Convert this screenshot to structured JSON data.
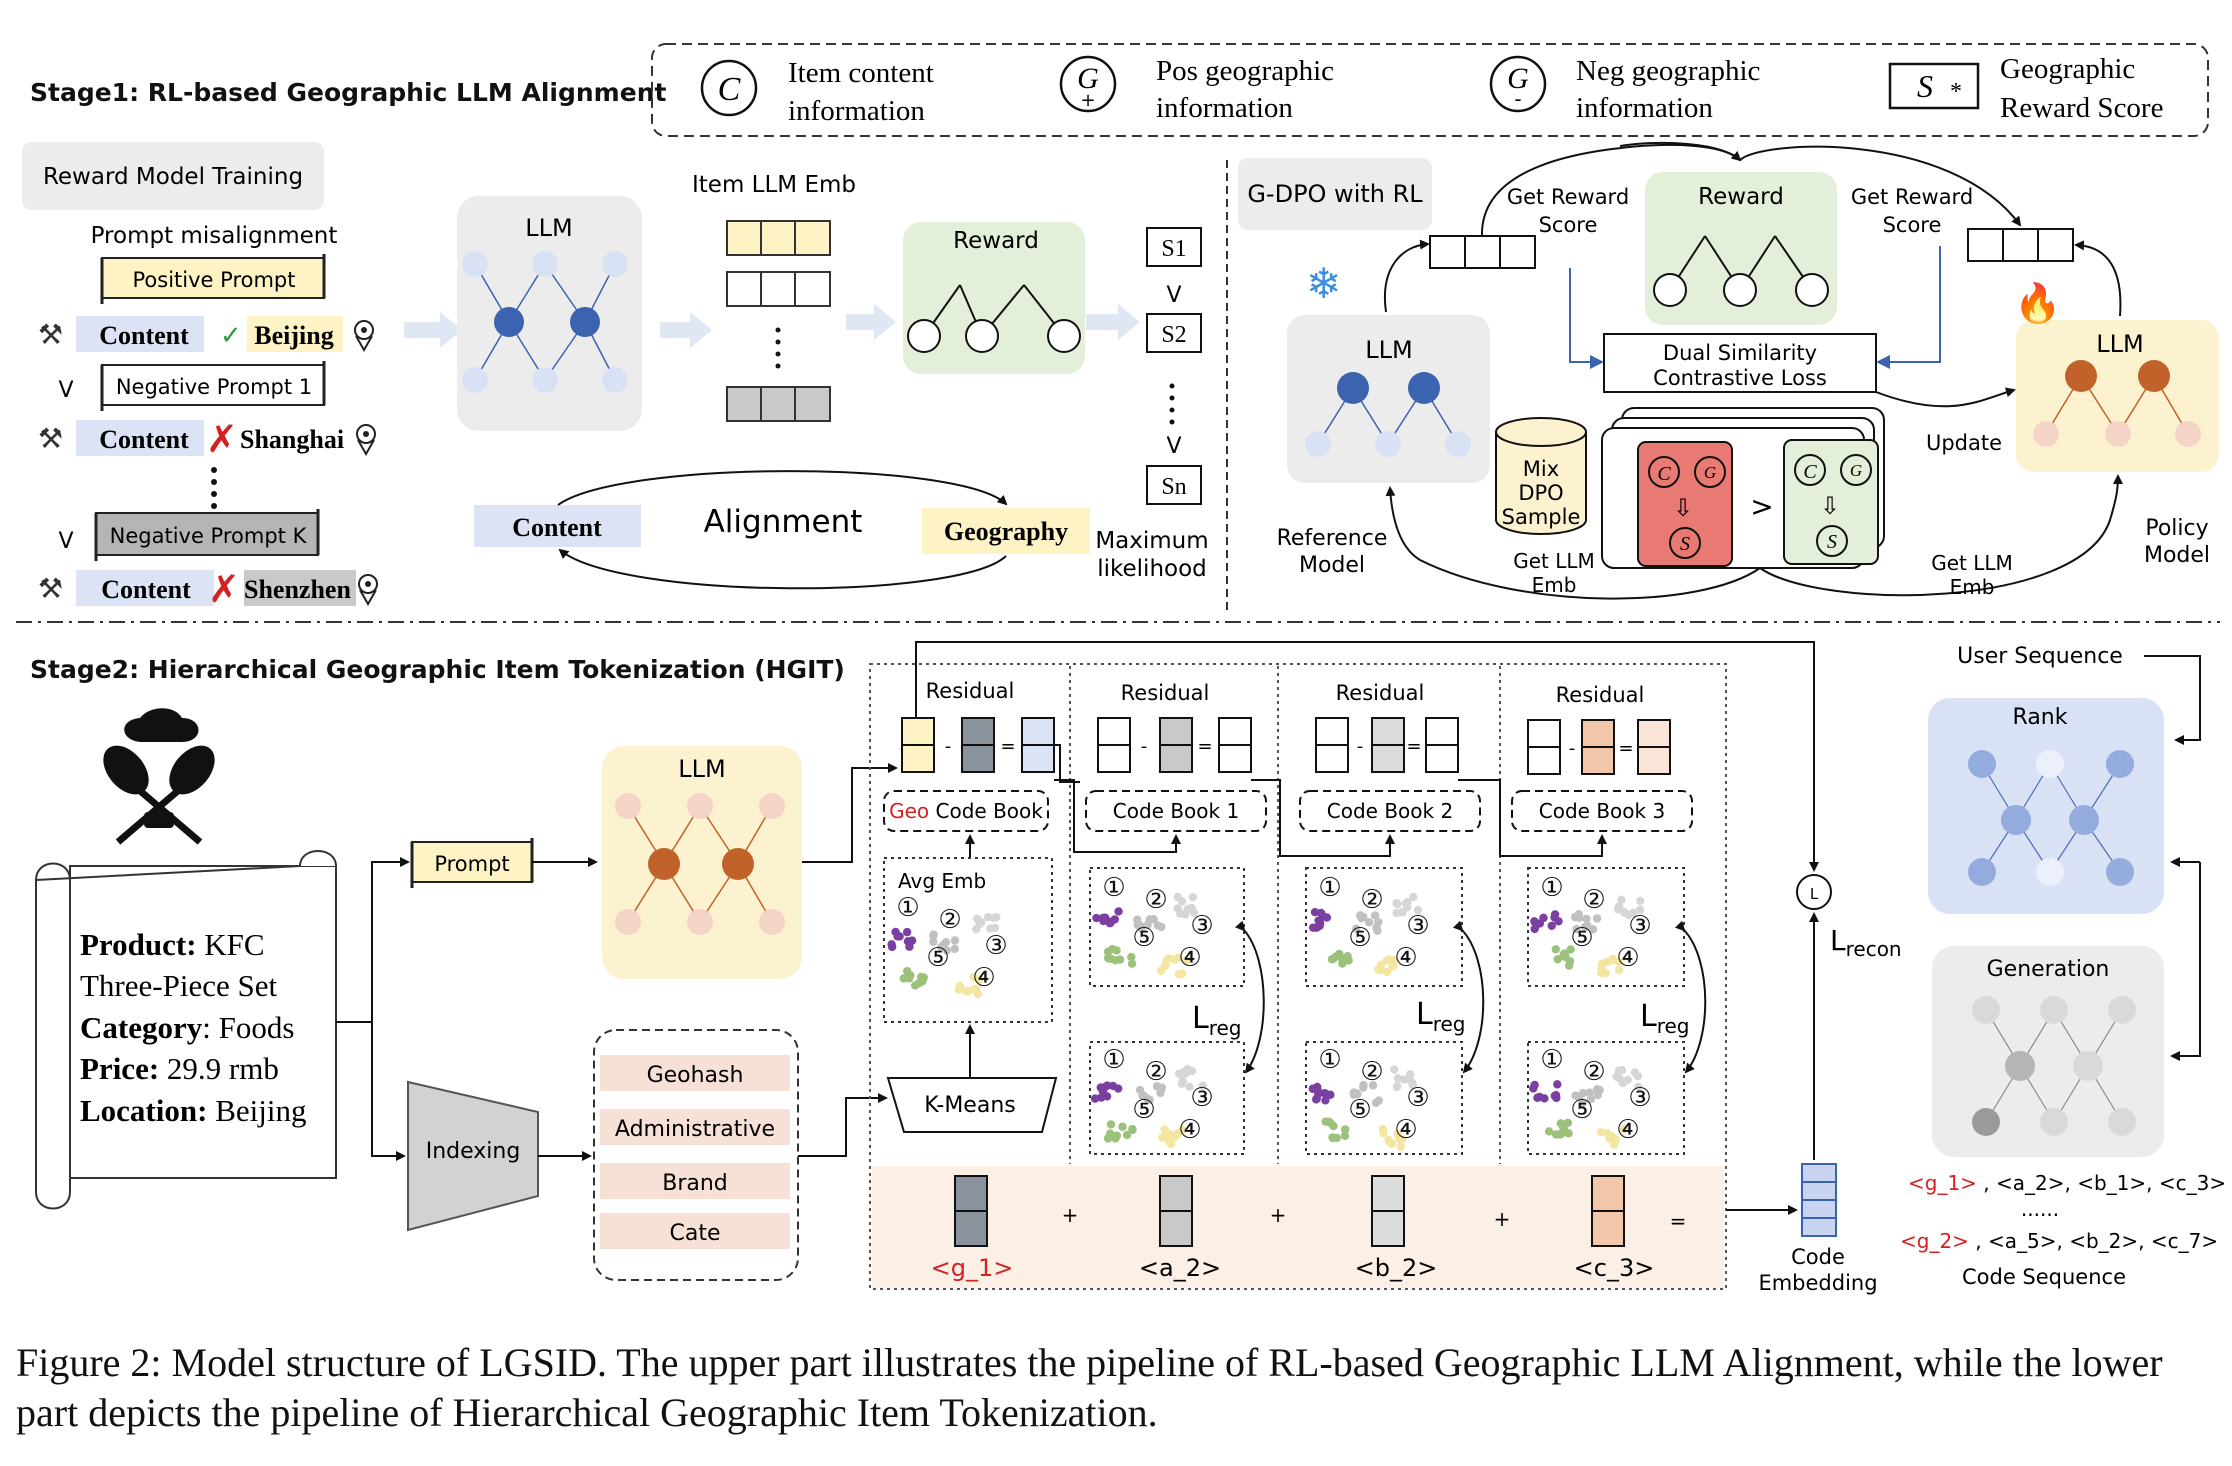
{
  "stage1": {
    "title": "Stage1: RL-based Geographic LLM Alignment",
    "legend": {
      "c_symbol": "C",
      "c_line1": "Item content",
      "c_line2": "information",
      "pos_symbol": "G",
      "pos_sign": "+",
      "pos_line1": "Pos geographic",
      "pos_line2": "information",
      "neg_symbol": "G",
      "neg_sign": "-",
      "neg_line1": "Neg geographic",
      "neg_line2": "information",
      "s_symbol": "S",
      "s_star": "*",
      "s_line1": "Geographic",
      "s_line2": "Reward Score"
    },
    "reward_model_training": "Reward Model Training",
    "prompt_misalignment": "Prompt misalignment",
    "positive_prompt": "Positive Prompt",
    "negative_prompt_1": "Negative Prompt 1",
    "negative_prompt_k": "Negative Prompt K",
    "content_label": "Content",
    "loc_beijing": "Beijing",
    "loc_shanghai": "Shanghai",
    "loc_shenzhen": "Shenzhen",
    "vee": "V",
    "llm": "LLM",
    "item_llm_emb": "Item LLM Emb",
    "reward": "Reward",
    "s1": "S1",
    "s2": "S2",
    "sn": "Sn",
    "alignment": "Alignment",
    "content_box": "Content",
    "geography_box": "Geography",
    "maximum": "Maximum",
    "likelihood": "likelihood"
  },
  "gdpo": {
    "title": "G-DPO with RL",
    "get_reward_score_1": "Get Reward",
    "get_reward_score_2": "Score",
    "reward": "Reward",
    "dual_sim_1": "Dual Similarity",
    "dual_sim_2": "Contrastive Loss",
    "llm": "LLM",
    "reference_1": "Reference",
    "reference_2": "Model",
    "policy_1": "Policy",
    "policy_2": "Model",
    "mix_1": "Mix",
    "mix_2": "DPO",
    "mix_3": "Sample",
    "get_llm_1": "Get LLM",
    "get_llm_2": "Emb",
    "update": "Update",
    "c": "C",
    "g": "G",
    "s": "S",
    "gt": ">"
  },
  "stage2": {
    "title": "Stage2: Hierarchical Geographic Item Tokenization (HGIT)",
    "product_key": "Product:",
    "product_val": "KFC",
    "product_val2": "Three-Piece Set",
    "category_key": "Category",
    "category_val": ": Foods",
    "price_key": "Price:",
    "price_val": "29.9 rmb",
    "location_key": "Location:",
    "location_val": "Beijing",
    "prompt": "Prompt",
    "llm": "LLM",
    "indexing": "Indexing",
    "geohash": "Geohash",
    "administrative": "Administrative",
    "brand": "Brand",
    "cate": "Cate",
    "kmeans": "K-Means",
    "avg_emb": "Avg Emb",
    "residual": "Residual",
    "geo_word": "Geo",
    "code_book_word": "Code Book",
    "code_book_1": "Code Book 1",
    "code_book_2": "Code Book 2",
    "code_book_3": "Code Book 3",
    "lreg_l": "L",
    "lreg_sub": "reg",
    "lrecon_l": "L",
    "lrecon_sub": "recon",
    "l_circle": "L",
    "tok_g1": "<g_1>",
    "tok_a2": "<a_2>",
    "tok_b2": "<b_2>",
    "tok_c3": "<c_3>",
    "plus": "+",
    "eq": "=",
    "code_emb_1": "Code",
    "code_emb_2": "Embedding",
    "user_sequence": "User Sequence",
    "rank": "Rank",
    "generation": "Generation",
    "seq1_g": "<g_1>",
    "seq1_rest": ", <a_2>, <b_1>, <c_3>",
    "dots": "......",
    "seq2_g": "<g_2>",
    "seq2_rest": ", <a_5>, <b_2>, <c_7>",
    "code_sequence": "Code Sequence"
  },
  "caption": "Figure 2: Model structure of LGSID. The upper part illustrates the pipeline of RL-based Geographic LLM Alignment, while the lower part depicts the pipeline of Hierarchical Geographic Item Tokenization."
}
